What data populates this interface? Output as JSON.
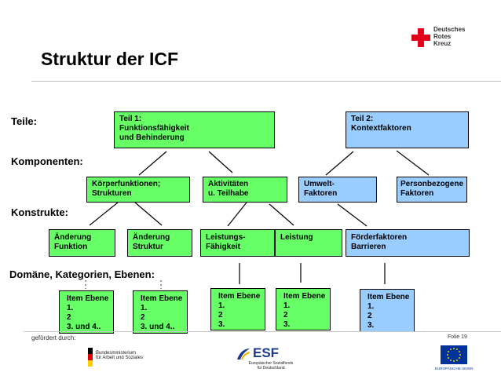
{
  "title": "Struktur der ICF",
  "logo": {
    "lines": [
      "Deutsches",
      "Rotes",
      "Kreuz"
    ],
    "cross_color": "#e2001a"
  },
  "labels": {
    "teile": "Teile:",
    "komponenten": "Komponenten:",
    "konstrukte": "Konstrukte:",
    "domaenen": "Domäne, Kategorien, Ebenen:"
  },
  "colors": {
    "green": "#66ff66",
    "blue": "#99ccff"
  },
  "teile": [
    {
      "lines": [
        "Teil 1:",
        "Funktionsfähigkeit",
        "und Behinderung"
      ],
      "color": "green"
    },
    {
      "lines": [
        "Teil 2:",
        "Kontextfaktoren"
      ],
      "color": "blue"
    }
  ],
  "komponenten": [
    {
      "lines": [
        "Körperfunktionen;",
        "Strukturen"
      ],
      "color": "green"
    },
    {
      "lines": [
        "Aktivitäten",
        "u. Teilhabe"
      ],
      "color": "green"
    },
    {
      "lines": [
        "Umwelt-",
        "Faktoren"
      ],
      "color": "blue"
    },
    {
      "lines": [
        "Personbezogene",
        "Faktoren"
      ],
      "color": "blue"
    }
  ],
  "konstrukte": [
    {
      "lines": [
        "Änderung",
        "Funktion"
      ],
      "color": "green"
    },
    {
      "lines": [
        "Änderung",
        "Struktur"
      ],
      "color": "green"
    },
    {
      "lines": [
        "Leistungs-",
        "Fähigkeit"
      ],
      "color": "green"
    },
    {
      "lines": [
        "Leistung"
      ],
      "color": "green"
    },
    {
      "lines": [
        "Förderfaktoren",
        "Barrieren"
      ],
      "color": "blue"
    }
  ],
  "items": [
    {
      "lines": [
        "Item Ebene",
        "1.",
        "2",
        "3. und 4.."
      ],
      "color": "green"
    },
    {
      "lines": [
        "Item Ebene",
        "1.",
        "2",
        "3. und 4.."
      ],
      "color": "green"
    },
    {
      "lines": [
        "Item Ebene",
        "1.",
        "2",
        "3."
      ],
      "color": "green"
    },
    {
      "lines": [
        "Item Ebene",
        "1.",
        "2",
        "3."
      ],
      "color": "green"
    },
    {
      "lines": [
        "Item Ebene",
        "1.",
        "2",
        "3."
      ],
      "color": "blue"
    }
  ],
  "footer": {
    "gefoerdert": "gefördert durch:",
    "folie": "Folie 19",
    "ministerium": [
      "Bundesministerium",
      "für Arbeit und Soziales"
    ],
    "esf": "ESF",
    "esf_sub": [
      "Europäischer Sozialfonds",
      "für Deutschland"
    ],
    "eu": "EUROPÄISCHE UNION"
  }
}
